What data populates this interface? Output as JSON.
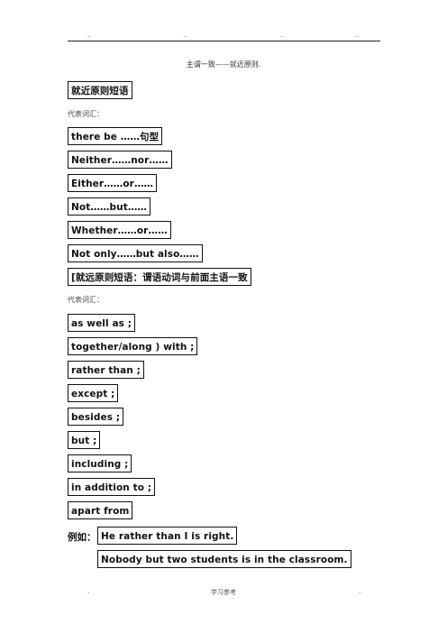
{
  "header": {
    "dots": [
      "..",
      "..",
      "..",
      ".."
    ]
  },
  "title": "主谓一致——就近原则.",
  "section1": {
    "heading": "就近原则短语",
    "sub": "代表词汇：",
    "items": [
      "there be ……句型",
      "Neither……nor……",
      "Either……or……",
      "Not……but……",
      "Whether……or……",
      "Not only……but also……"
    ]
  },
  "section2": {
    "heading": "[就远原则短语：谓语动词与前面主语一致",
    "sub": "代表词汇：",
    "items": [
      "as well as ;",
      "together/along ) with ;",
      "rather than ;",
      "except ;",
      "besides ;",
      "but ;",
      "including ;",
      "in addition to ;",
      "apart from"
    ]
  },
  "examples": {
    "label": "例如：",
    "sentences": [
      "He rather than I is right.",
      "Nobody but two students is in the classroom."
    ]
  },
  "footer": {
    "left": ".",
    "center": "学习参考",
    "right": "."
  }
}
